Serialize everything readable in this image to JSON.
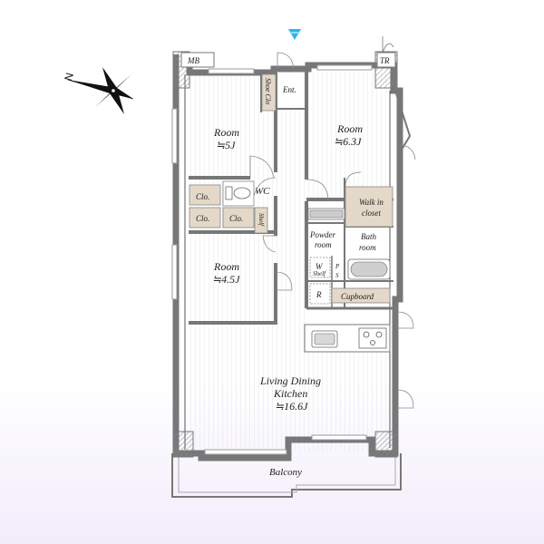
{
  "compass": {
    "label": "N"
  },
  "labels": {
    "mb": "MB",
    "tr": "TR",
    "entrance": "Ent.",
    "shoe_closet": "Shoe Clo",
    "room_5j_name": "Room",
    "room_5j_size": "≒5J",
    "room_63j_name": "Room",
    "room_63j_size": "≒6.3J",
    "room_45j_name": "Room",
    "room_45j_size": "≒4.5J",
    "clo_1": "Clo.",
    "clo_2": "Clo.",
    "clo_3": "Clo.",
    "wc": "WC",
    "shelf_1": "Shelf",
    "shelf_2": "Shelf",
    "walk_in_closet_1": "Walk in",
    "walk_in_closet_2": "closet",
    "powder_room_1": "Powder",
    "powder_room_2": "room",
    "bath_room_1": "Bath",
    "bath_room_2": "room",
    "washer": "W",
    "ps_p": "P",
    "ps_s": "S",
    "refrigerator": "R",
    "cupboard": "Cupboard",
    "ldk_1": "Living Dining",
    "ldk_2": "Kitchen",
    "ldk_size": "≒16.6J",
    "balcony": "Balcony"
  },
  "colors": {
    "wall": "#777777",
    "closet_fill": "#e4d8c8",
    "floor_line": "#e6e6e6",
    "entrance_marker": "#29b6e8"
  }
}
